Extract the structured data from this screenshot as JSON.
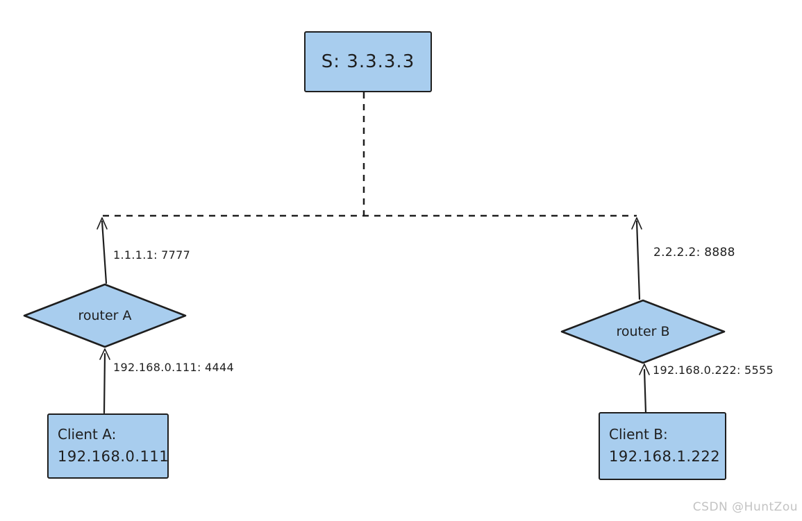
{
  "diagram": {
    "server": {
      "label": "S: 3.3.3.3"
    },
    "router_a": {
      "label": "router A",
      "public_endpoint": "1.1.1.1: 7777",
      "private_endpoint": "192.168.0.111: 4444"
    },
    "router_b": {
      "label": "router B",
      "public_endpoint": "2.2.2.2: 8888",
      "private_endpoint": "192.168.0.222: 5555"
    },
    "client_a": {
      "title": "Client A:",
      "ip": "192.168.0.111"
    },
    "client_b": {
      "title": "Client B:",
      "ip": "192.168.1.222"
    },
    "watermark": "CSDN @HuntZou",
    "colors": {
      "node_fill": "#a8cdee",
      "stroke": "#1e1e1e",
      "watermark_text": "#c3c3c3",
      "background": "#ffffff"
    }
  }
}
